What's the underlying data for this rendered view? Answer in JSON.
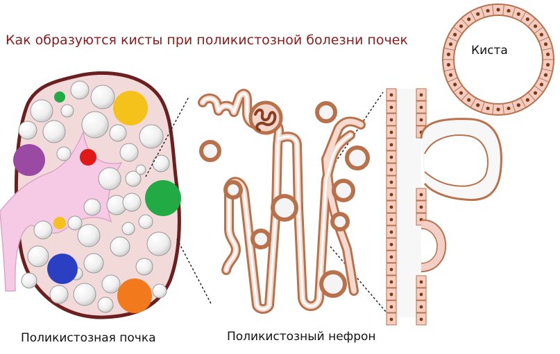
{
  "title": "Как образуются кисты при поликистозной болезни почек",
  "labels": {
    "kidney": "Поликистозная почка",
    "nephron": "Поликистозный нефрон",
    "cyst": "Киста"
  },
  "colors": {
    "title": "#8b1a1a",
    "kidney_cortex": "#f2dada",
    "kidney_capsule": "#6b1f1f",
    "pelvis": "#f6c9e4",
    "tubule_wall": "#b8714a",
    "cell_fill": "#f6cdbf",
    "nucleus": "#7a3b14",
    "cyst_white": "#f4f4f4",
    "highlight_purple": "#9b4aa3",
    "highlight_green": "#22aa44",
    "highlight_yellow": "#f4c21a",
    "highlight_red": "#e01818",
    "highlight_blue": "#2b3fc2",
    "highlight_orange": "#f27a1d"
  }
}
